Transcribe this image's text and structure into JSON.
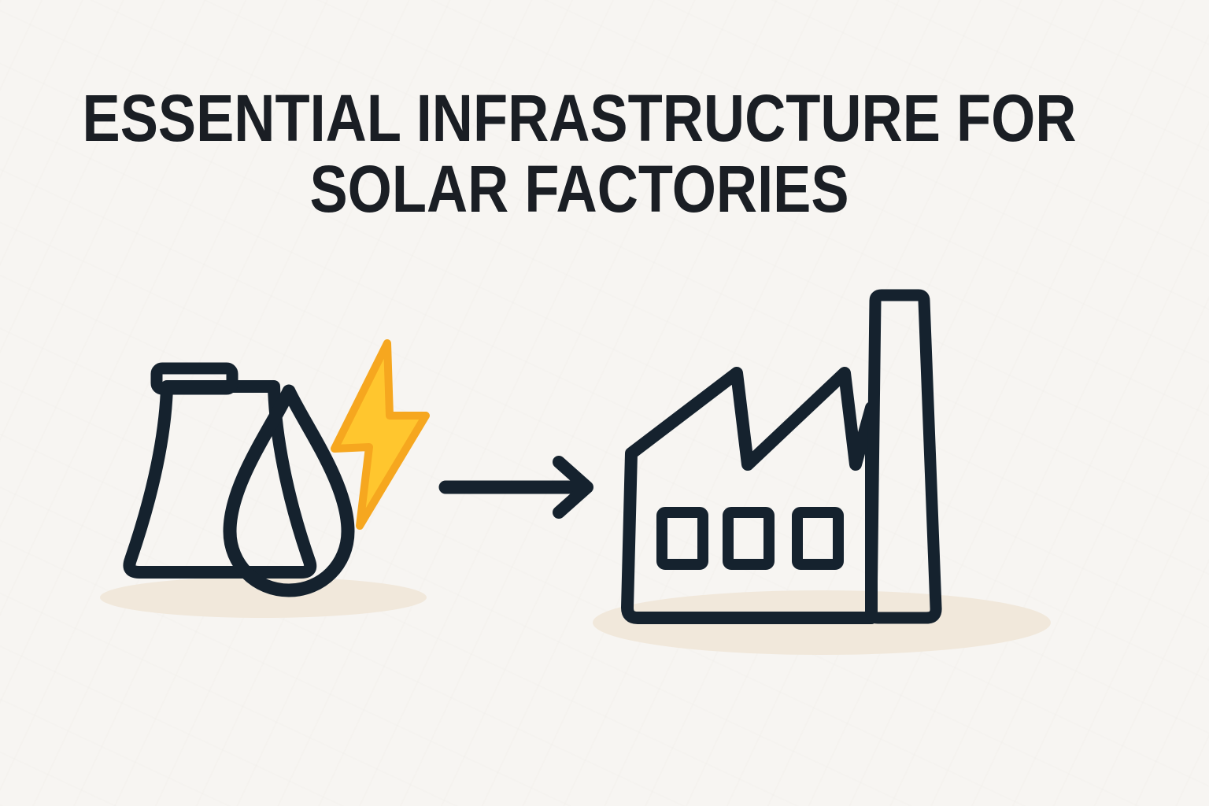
{
  "title": {
    "line1": "ESSENTIAL INFRASTRUCTURE FOR",
    "line2": "SOLAR FACTORIES"
  },
  "diagram": {
    "type": "flow",
    "inputs_group": {
      "icons": [
        {
          "name": "cooling-tower-icon"
        },
        {
          "name": "water-drop-icon"
        },
        {
          "name": "lightning-bolt-icon"
        }
      ]
    },
    "connector": {
      "name": "right-arrow",
      "direction": "right"
    },
    "output_group": {
      "icons": [
        {
          "name": "factory-icon",
          "windows": 3,
          "chimneys": 1
        }
      ]
    }
  },
  "colors": {
    "background": "#f7f5f2",
    "title_text": "#1a1e24",
    "icon_fill": "#2f5f8e",
    "icon_outline": "#15222e",
    "bolt_fill": "#ffc62e",
    "bolt_outline": "#f6a71f",
    "shadow": "#f1e8db",
    "arrow": "#15222e"
  }
}
